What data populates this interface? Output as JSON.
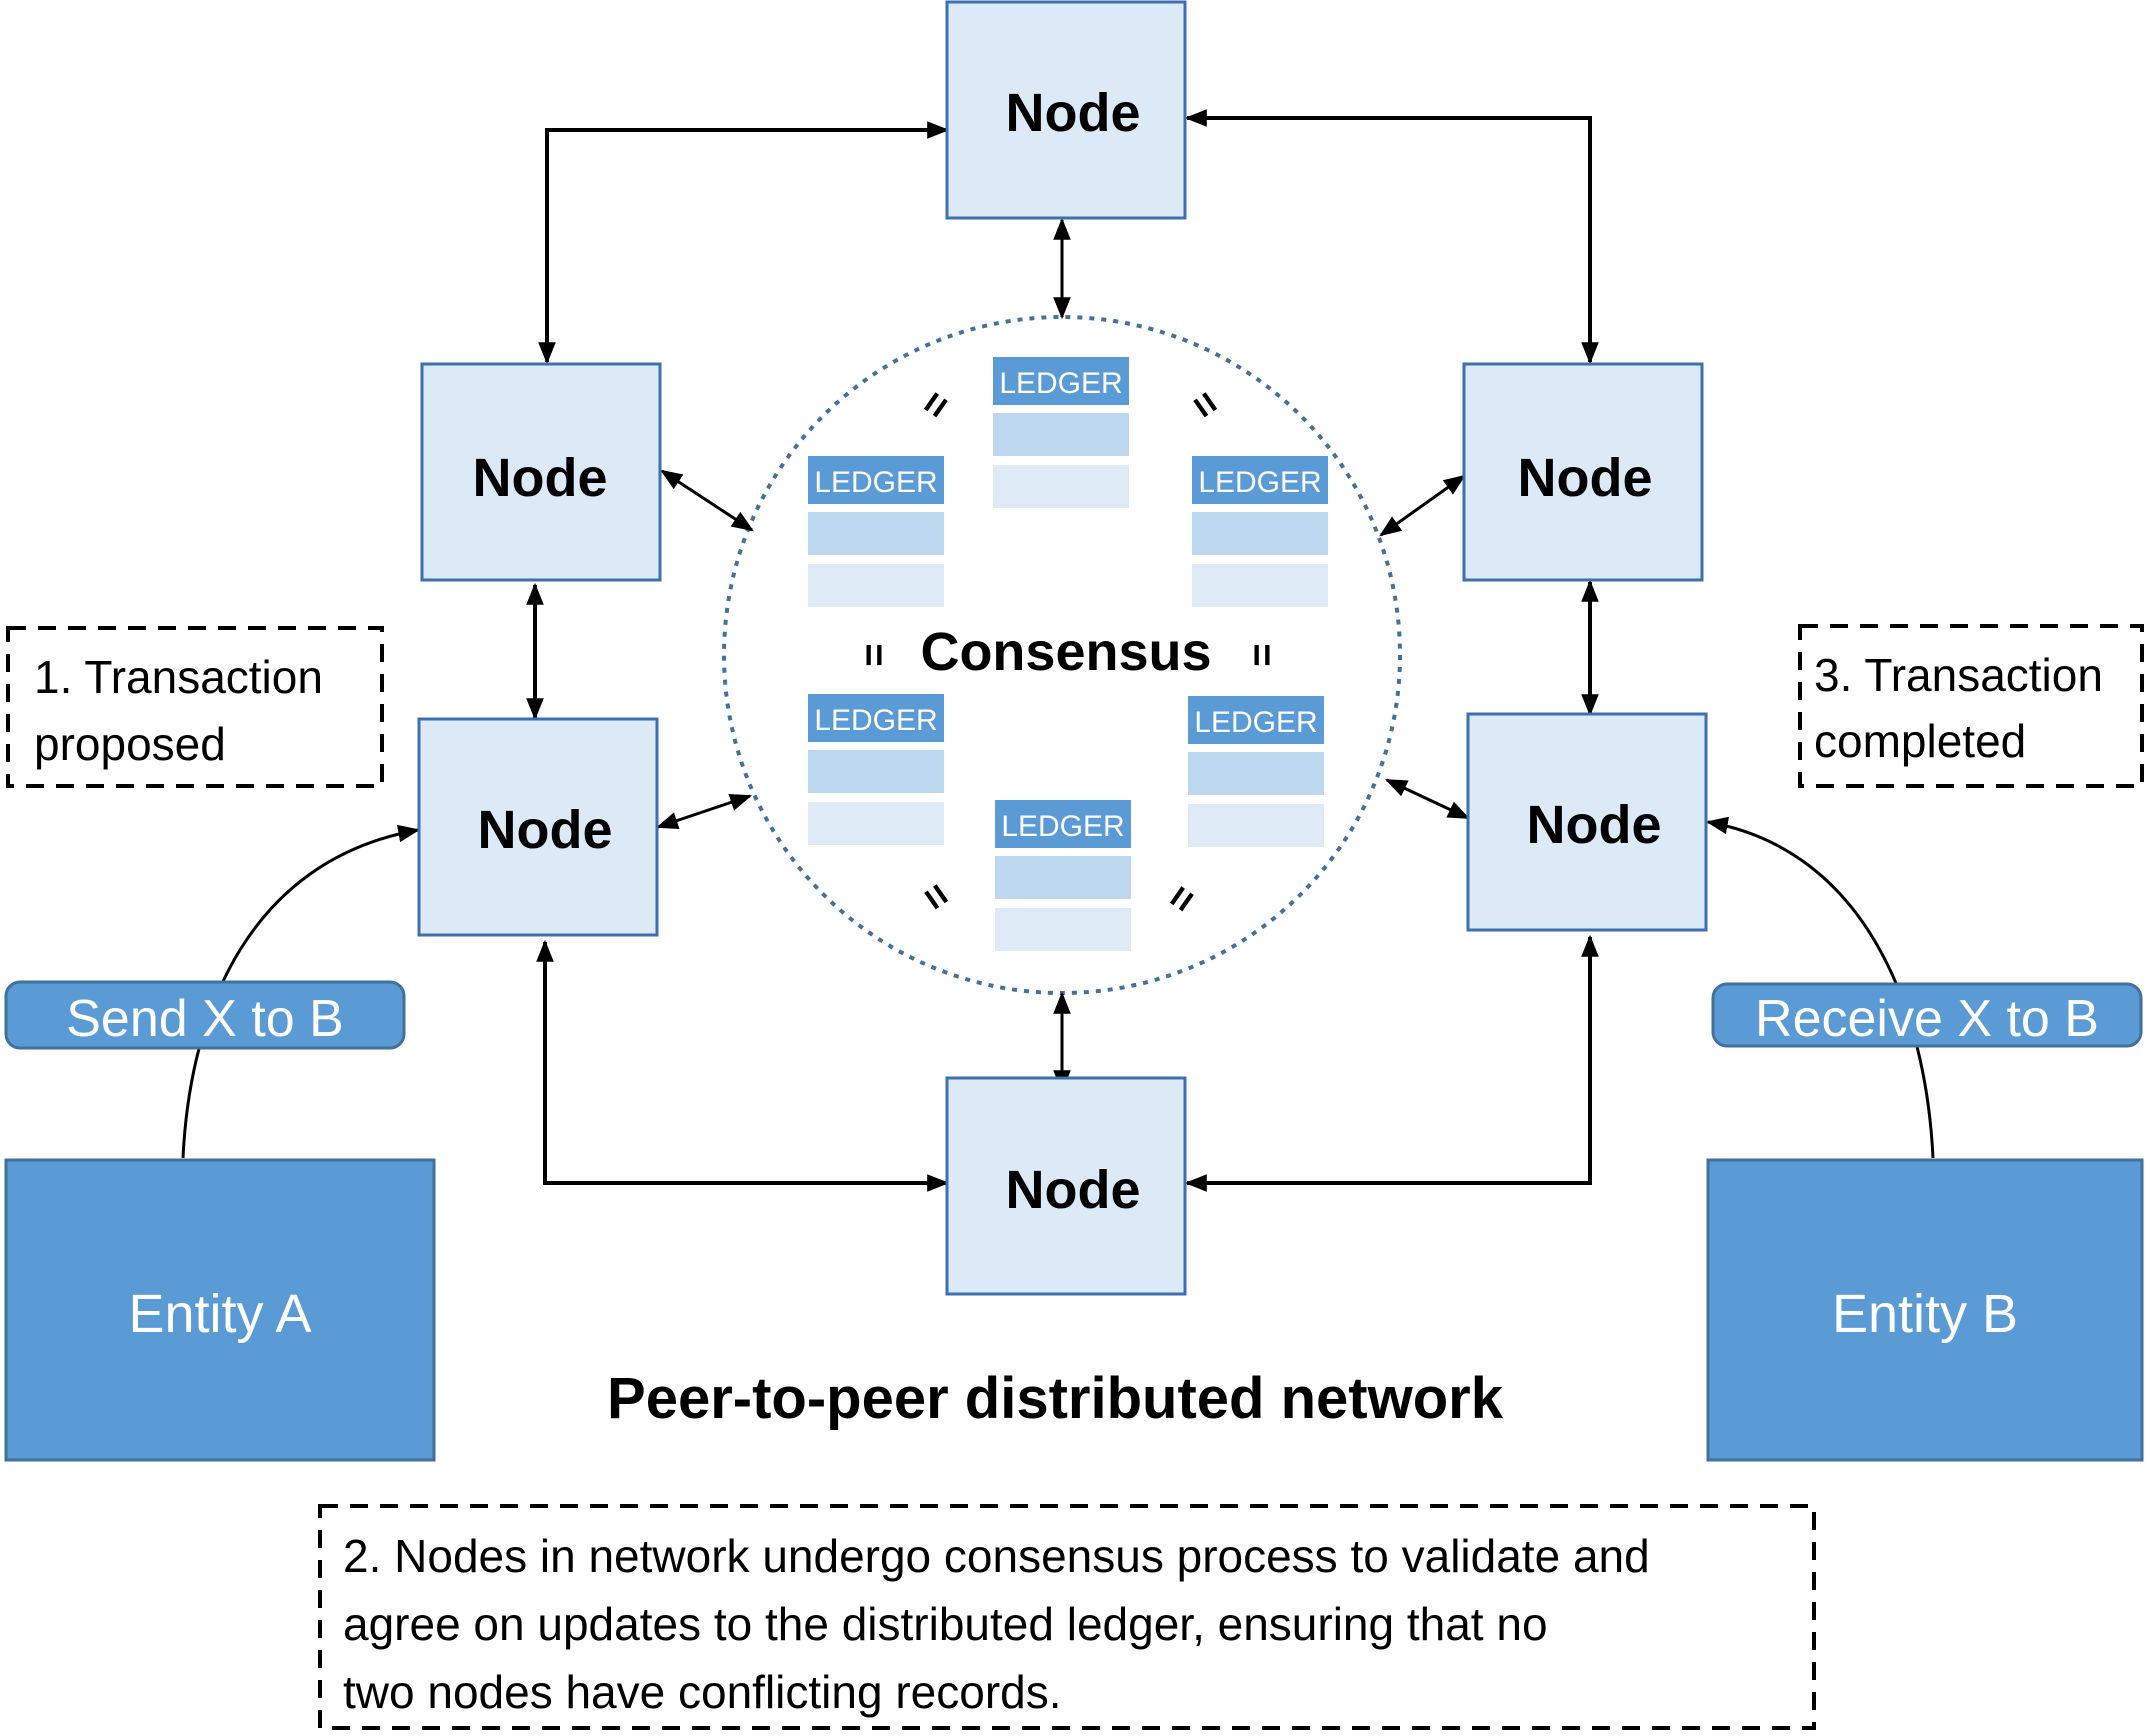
{
  "nodes": {
    "top": "Node",
    "upper_left": "Node",
    "upper_right": "Node",
    "lower_left": "Node",
    "lower_right": "Node",
    "bottom": "Node"
  },
  "ledger_label": "LEDGER",
  "consensus_label": "Consensus",
  "equals_symbol": "=",
  "entities": {
    "a": "Entity A",
    "b": "Entity B"
  },
  "messages": {
    "send": "Send X to B",
    "receive": "Receive X to B"
  },
  "notes": {
    "step1": [
      "1. Transaction",
      "proposed"
    ],
    "step2": [
      "2. Nodes in network undergo consensus process to validate and",
      "agree on updates to the distributed ledger, ensuring that no",
      "two nodes have conflicting records."
    ],
    "step3": [
      "3. Transaction",
      "completed"
    ]
  },
  "network_title": "Peer-to-peer distributed network",
  "colors": {
    "node_fill": "#dce9f7",
    "node_border": "#3e6fb0",
    "entity_fill": "#5b9bd5",
    "ledger_header": "#5b9bd5",
    "ledger_row_1": "#bdd7ee",
    "ledger_row_2": "#deebf7",
    "consensus_ring": "#41719c"
  }
}
